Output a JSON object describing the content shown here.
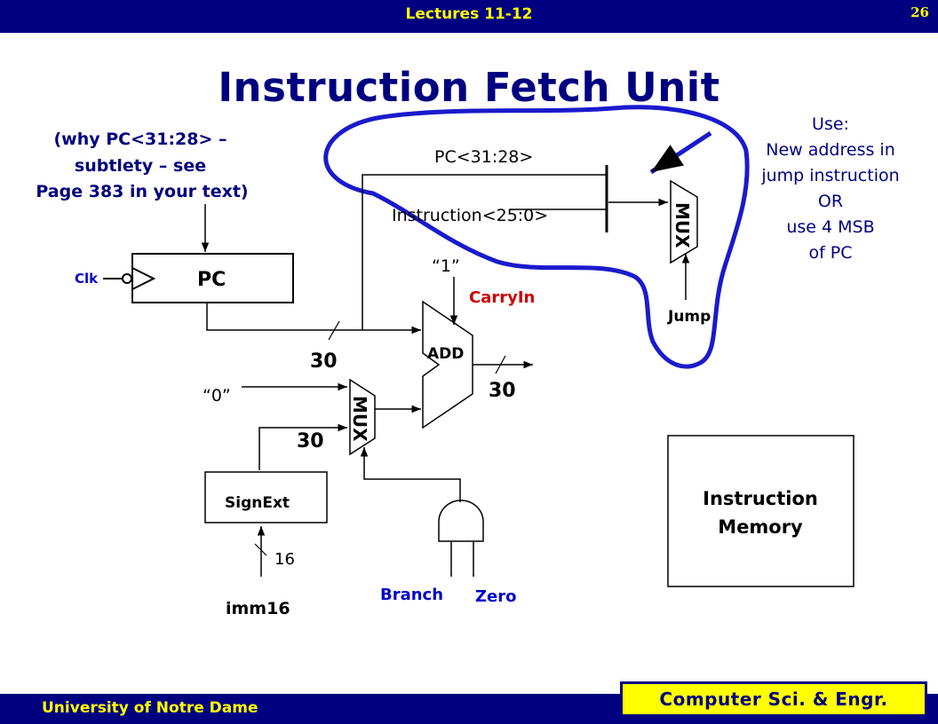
{
  "header": {
    "lecture": "Lectures 11-12",
    "page_number": "26"
  },
  "title": "Instruction Fetch Unit",
  "footer": {
    "university": "University of Notre Dame",
    "department": "Computer Sci. & Engr."
  },
  "note_pc": {
    "line1": "(why PC<31:28> –",
    "line2": "subtlety – see",
    "line3": "Page 383 in your text)"
  },
  "note_use": {
    "line1": "Use:",
    "line2": "New address in",
    "line3": "jump instruction",
    "line4": "OR",
    "line5": "use 4 MSB",
    "line6": "of PC"
  },
  "diagram": {
    "pc_label": "PC",
    "clk_label": "Clk",
    "pc_bits_label": "PC<31:28>",
    "instr_bits_label": "Instruction<25:0>",
    "mux_top_label": "MUX",
    "jump_label": "Jump",
    "one_label": "“1”",
    "carryin_label": "CarryIn",
    "add_label": "ADD",
    "width_30_a": "30",
    "width_30_b": "30",
    "width_30_c": "30",
    "zero_input_label": "“0”",
    "mux_bottom_label": "MUX",
    "signext_label": "SignExt",
    "width_16": "16",
    "imm16_label": "imm16",
    "branch_label": "Branch",
    "zero_label": "Zero",
    "imem_line1": "Instruction",
    "imem_line2": "Memory"
  },
  "colors": {
    "navy": "#000080",
    "yellow": "#ffff00",
    "blue_text": "#0000cc",
    "red_text": "#cc0000",
    "outline_blue": "#1a1acc"
  }
}
